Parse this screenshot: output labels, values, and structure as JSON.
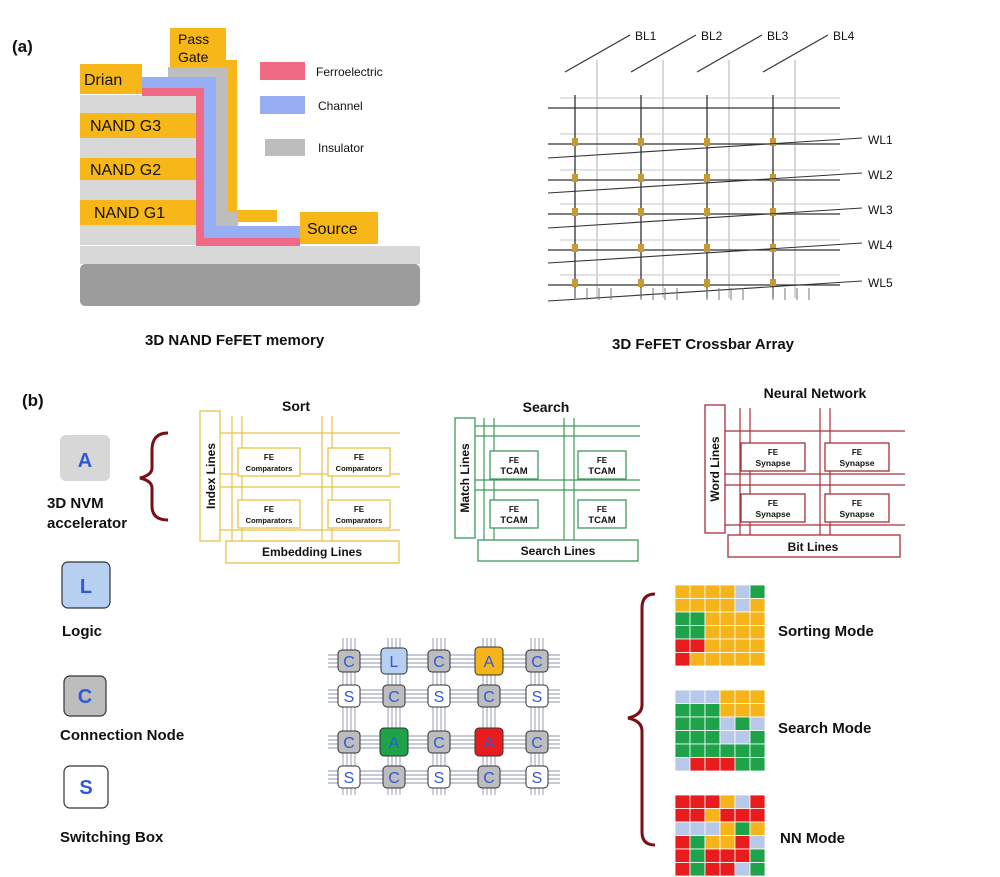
{
  "panel_a": {
    "tag": "(a)",
    "nand": {
      "drain": "Drian",
      "pass_gate_1": "Pass",
      "pass_gate_2": "Gate",
      "g3": "NAND G3",
      "g2": "NAND G2",
      "g1": "NAND G1",
      "source": "Source",
      "caption": "3D NAND FeFET memory",
      "legend": [
        {
          "label": "Ferroelectric",
          "color": "#f06a86"
        },
        {
          "label": "Channel",
          "color": "#97aef5"
        },
        {
          "label": "Insulator",
          "color": "#bdbdbd"
        }
      ]
    },
    "crossbar": {
      "caption": "3D FeFET Crossbar Array",
      "bitlines": [
        "BL1",
        "BL2",
        "BL3",
        "BL4"
      ],
      "wordlines": [
        "WL1",
        "WL2",
        "WL3",
        "WL4",
        "WL5"
      ]
    }
  },
  "panel_b": {
    "tag": "(b)",
    "legend": {
      "accel_letter": "A",
      "accel_1": "3D NVM",
      "accel_2": "accelerator",
      "logic_letter": "L",
      "logic": "Logic",
      "conn_letter": "C",
      "conn": "Connection Node",
      "switch_letter": "S",
      "switch": "Switching Box"
    },
    "sort": {
      "title": "Sort",
      "side": "Index Lines",
      "bottom": "Embedding Lines",
      "cell_1": "FE",
      "cell_2": "Comparators"
    },
    "search": {
      "title": "Search",
      "side": "Match Lines",
      "bottom": "Search Lines",
      "cell_1": "FE",
      "cell_2": "TCAM"
    },
    "nn": {
      "title": "Neural Network",
      "side": "Word Lines",
      "bottom": "Bit Lines",
      "cell_1": "FE",
      "cell_2": "Synapse"
    },
    "fabric_rows": [
      [
        "C",
        "L",
        "C",
        "A",
        "C"
      ],
      [
        "S",
        "C",
        "S",
        "C",
        "S"
      ],
      [
        "C",
        "A",
        "C",
        "A",
        "C"
      ],
      [
        "S",
        "C",
        "S",
        "C",
        "S"
      ]
    ],
    "modes": {
      "sorting": "Sorting Mode",
      "search": "Search Mode",
      "nn": "NN Mode"
    }
  }
}
